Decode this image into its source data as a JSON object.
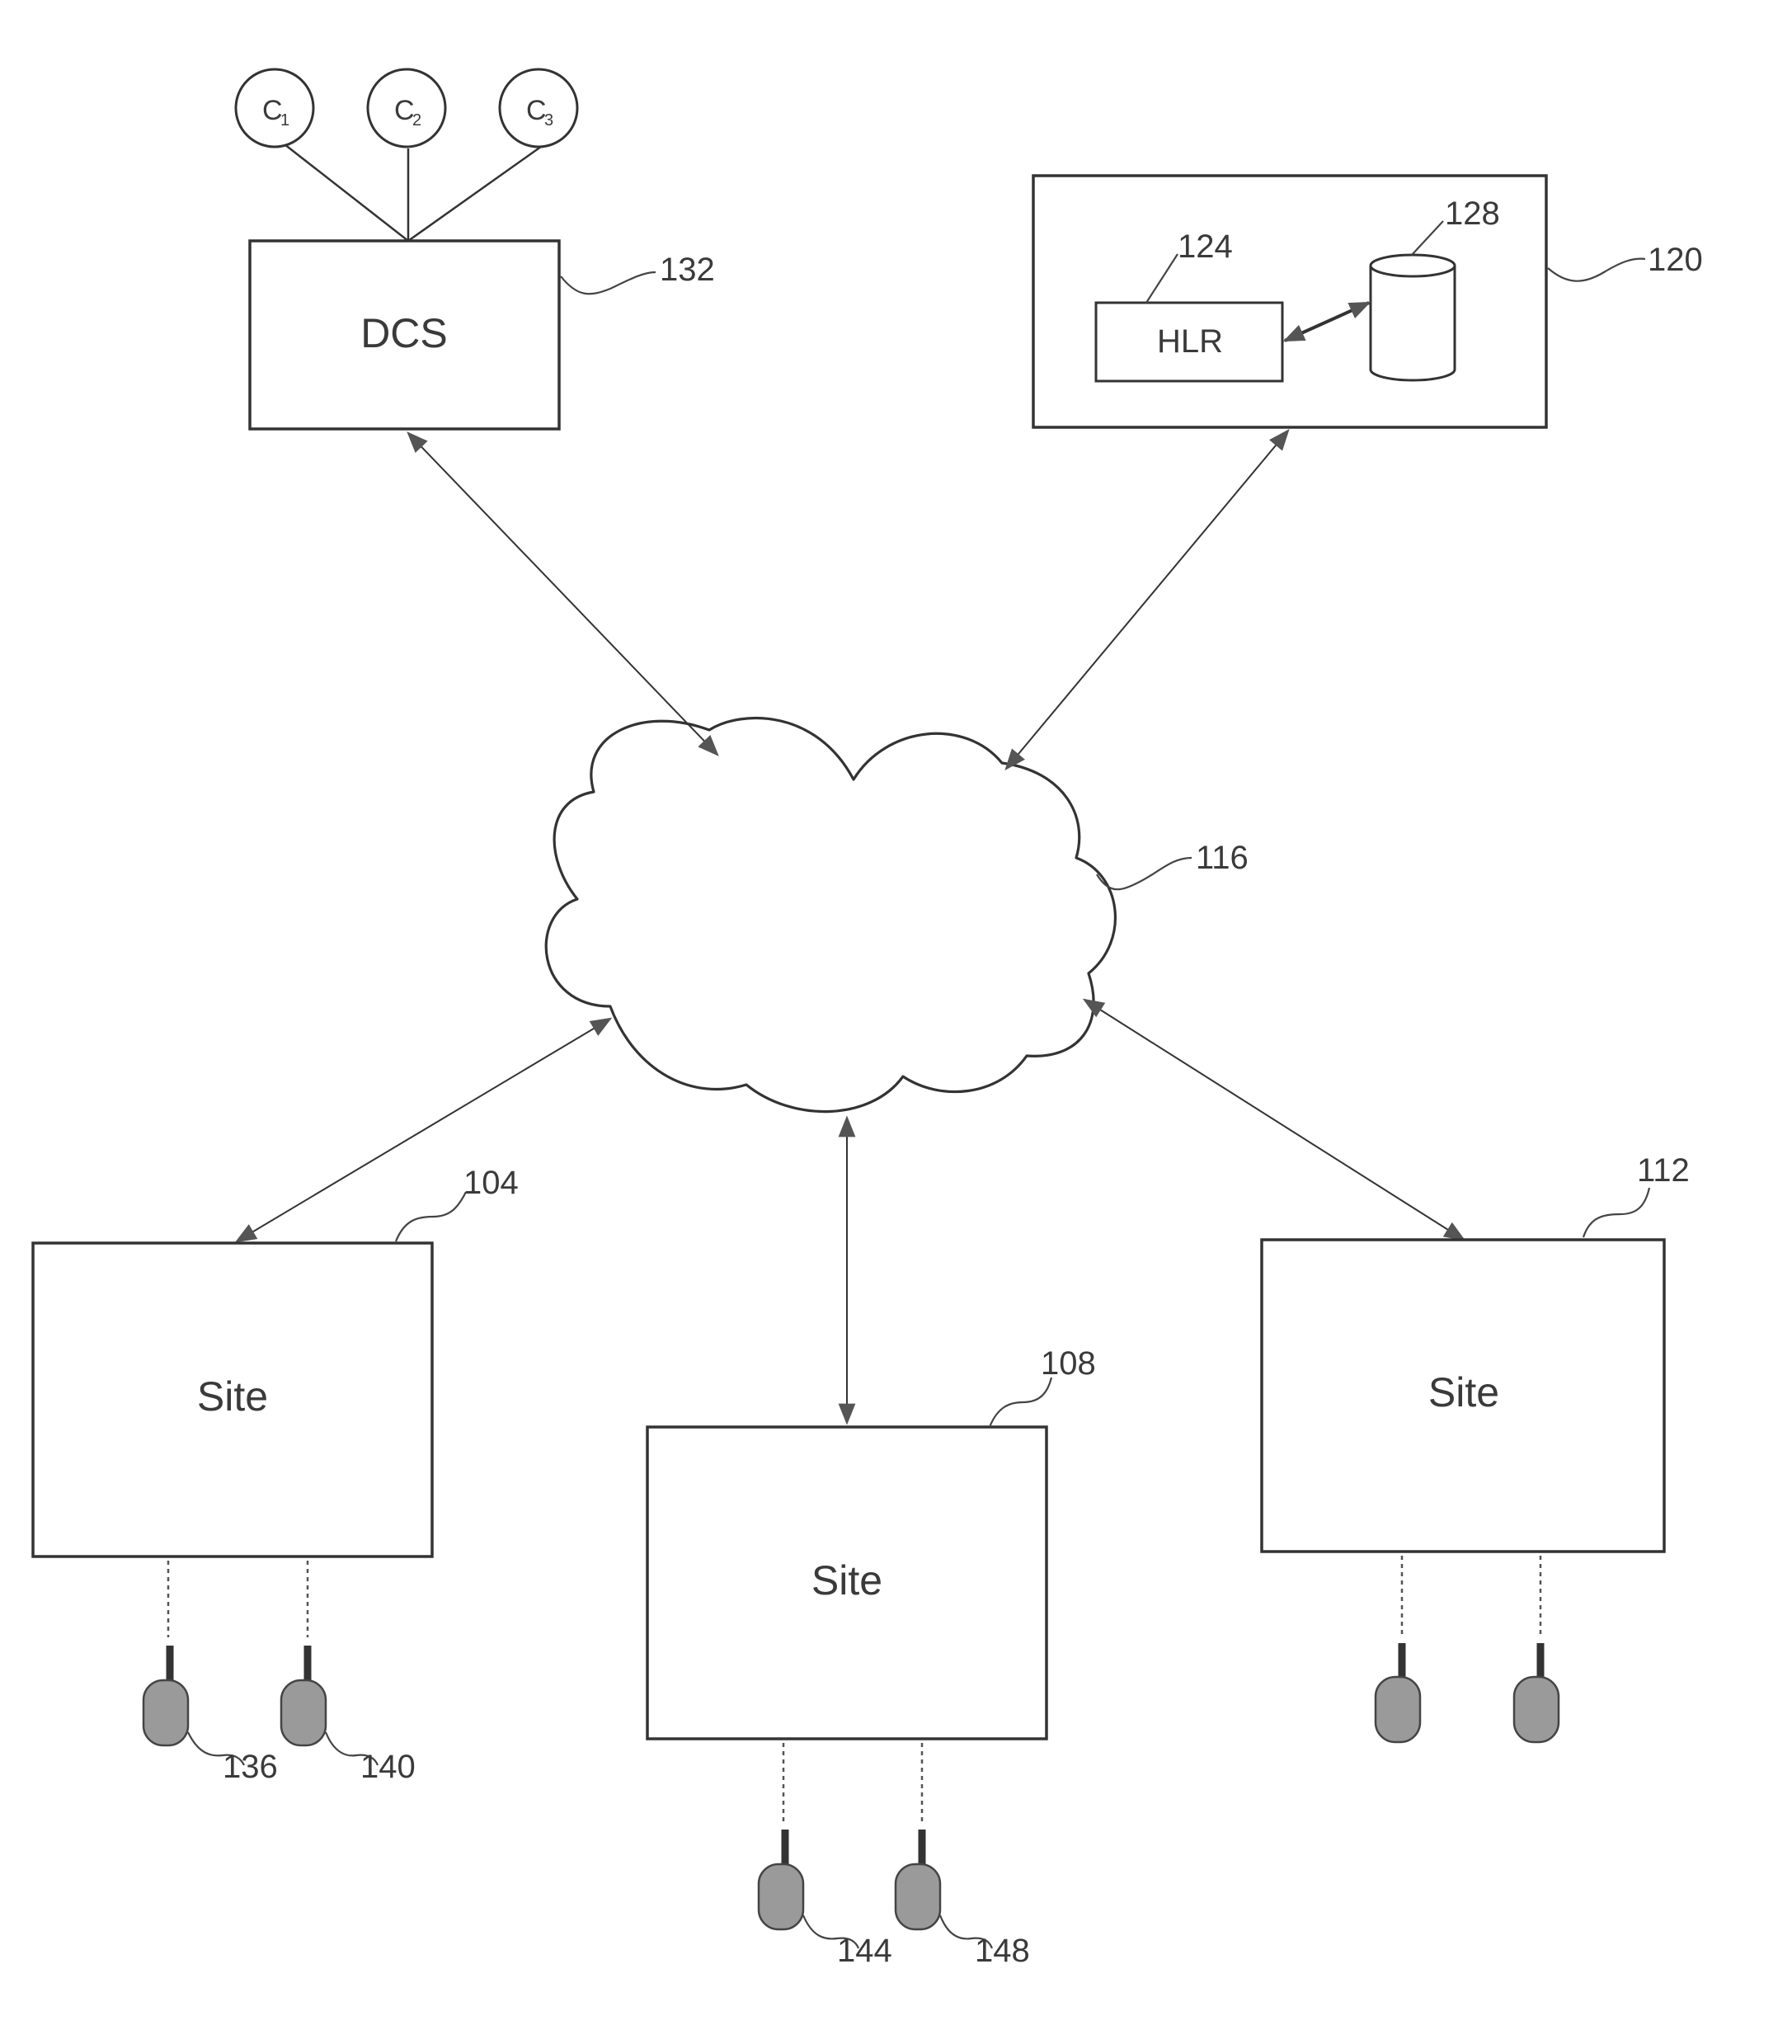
{
  "diagram": {
    "dcs": {
      "label": "DCS",
      "ref": "132"
    },
    "clients": [
      {
        "letter": "C",
        "sub": "1"
      },
      {
        "letter": "C",
        "sub": "2"
      },
      {
        "letter": "C",
        "sub": "3"
      }
    ],
    "home_system": {
      "ref": "120",
      "hlr_label": "HLR",
      "hlr_ref": "124",
      "db_ref": "128"
    },
    "network": {
      "ref": "116"
    },
    "sites": [
      {
        "label": "Site",
        "ref": "104",
        "radio_refs": [
          "136",
          "140"
        ]
      },
      {
        "label": "Site",
        "ref": "108",
        "radio_refs": [
          "144",
          "148"
        ]
      },
      {
        "label": "Site",
        "ref": "112",
        "radio_refs": [
          "",
          ""
        ]
      }
    ]
  }
}
